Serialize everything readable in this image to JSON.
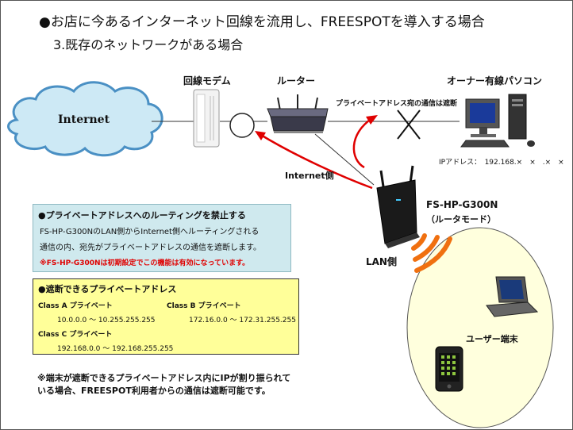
{
  "title": {
    "line1": "●お店に今あるインターネット回線を流用し、FREESPOTを導入する場合",
    "line2": "3.既存のネットワークがある場合"
  },
  "labels": {
    "modem": "回線モデム",
    "router": "ルーター",
    "owner_pc": "オーナー有線パソコン",
    "blocked_note": "プライベートアドレス宛の通信は遮断",
    "internet": "Internet",
    "ip_address": "IPアドレス：　192.168.×　×　.×　×",
    "internet_side": "Internet側",
    "device_name": "FS-HP-G300N",
    "device_mode": "（ルータモード）",
    "lan_side": "LAN側",
    "user_terminal": "ユーザー端末"
  },
  "info_box": {
    "heading": "●プライベートアドレスへのルーティングを禁止する",
    "line1": "FS-HP-G300NのLAN側からInternet側へルーティングされる",
    "line2": "通信の内、宛先がプライベートアドレスの通信を遮断します。",
    "warning": "※FS-HP-G300Nは初期設定でこの機能は有効になっています。"
  },
  "blocked_box": {
    "heading": "●遮断できるプライベートアドレス",
    "class_a_label": "Class A プライベート",
    "class_a_range": "10.0.0.0 ～ 10.255.255.255",
    "class_b_label": "Class B プライベート",
    "class_b_range": "172.16.0.0 ～ 172.31.255.255",
    "class_c_label": "Class C プライベート",
    "class_c_range": "192.168.0.0 ～ 192.168.255.255"
  },
  "footnote": {
    "line1": "※端末が遮断できるプライベートアドレス内にIPが割り振られて",
    "line2": "いる場合、FREESPOT利用者からの通信は遮断可能です。"
  },
  "colors": {
    "arrow": "#e00000",
    "info_box_bg": "#cfe9ee",
    "blocked_box_bg": "#ffff99",
    "wifi_waves": "#f07010",
    "user_area": "#ffffdd"
  }
}
